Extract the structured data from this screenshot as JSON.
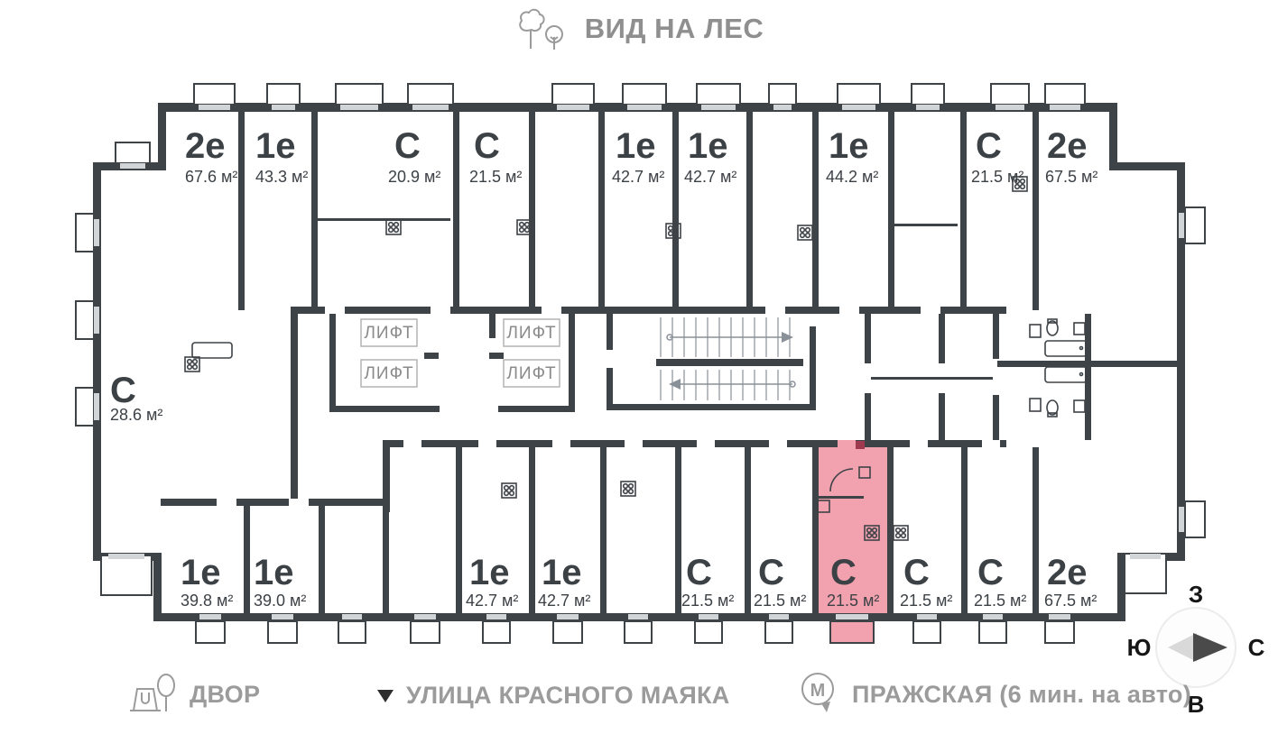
{
  "labels": {
    "view": "ВИД НА ЛЕС",
    "elevator": "ЛИФТ",
    "yard": "ДВОР",
    "street": "УЛИЦА КРАСНОГО МАЯКА",
    "metro": "ПРАЖСКАЯ (6 мин. на авто)",
    "metro_letter": "М"
  },
  "compass": {
    "top": "З",
    "left": "Ю",
    "right": "С",
    "bottom": "В"
  },
  "colors": {
    "wall": "#3e4347",
    "highlight_fill": "#f2a2ae",
    "highlight_text": "#9e3950",
    "muted_text": "#9b9b9b",
    "label_text": "#3c4146"
  },
  "apartments": {
    "top": [
      {
        "type": "2е",
        "area": "67.6 м²"
      },
      {
        "type": "1е",
        "area": "43.3 м²"
      },
      {
        "type": "С",
        "area": "20.9 м²"
      },
      {
        "type": "С",
        "area": "21.5 м²"
      },
      {
        "type": "1е",
        "area": "42.7 м²"
      },
      {
        "type": "1е",
        "area": "42.7 м²"
      },
      {
        "type": "1е",
        "area": "44.2 м²"
      },
      {
        "type": "С",
        "area": "21.5 м²"
      },
      {
        "type": "2е",
        "area": "67.5 м²"
      }
    ],
    "left": [
      {
        "type": "С",
        "area": "28.6 м²"
      }
    ],
    "bottom": [
      {
        "type": "1е",
        "area": "39.8 м²"
      },
      {
        "type": "1е",
        "area": "39.0 м²"
      },
      {
        "type": "1е",
        "area": "42.7 м²"
      },
      {
        "type": "1е",
        "area": "42.7 м²"
      },
      {
        "type": "С",
        "area": "21.5 м²"
      },
      {
        "type": "С",
        "area": "21.5 м²"
      },
      {
        "type": "С",
        "area": "21.5 м²",
        "highlighted": true
      },
      {
        "type": "С",
        "area": "21.5 м²"
      },
      {
        "type": "С",
        "area": "21.5 м²"
      },
      {
        "type": "2е",
        "area": "67.5 м²"
      }
    ]
  }
}
